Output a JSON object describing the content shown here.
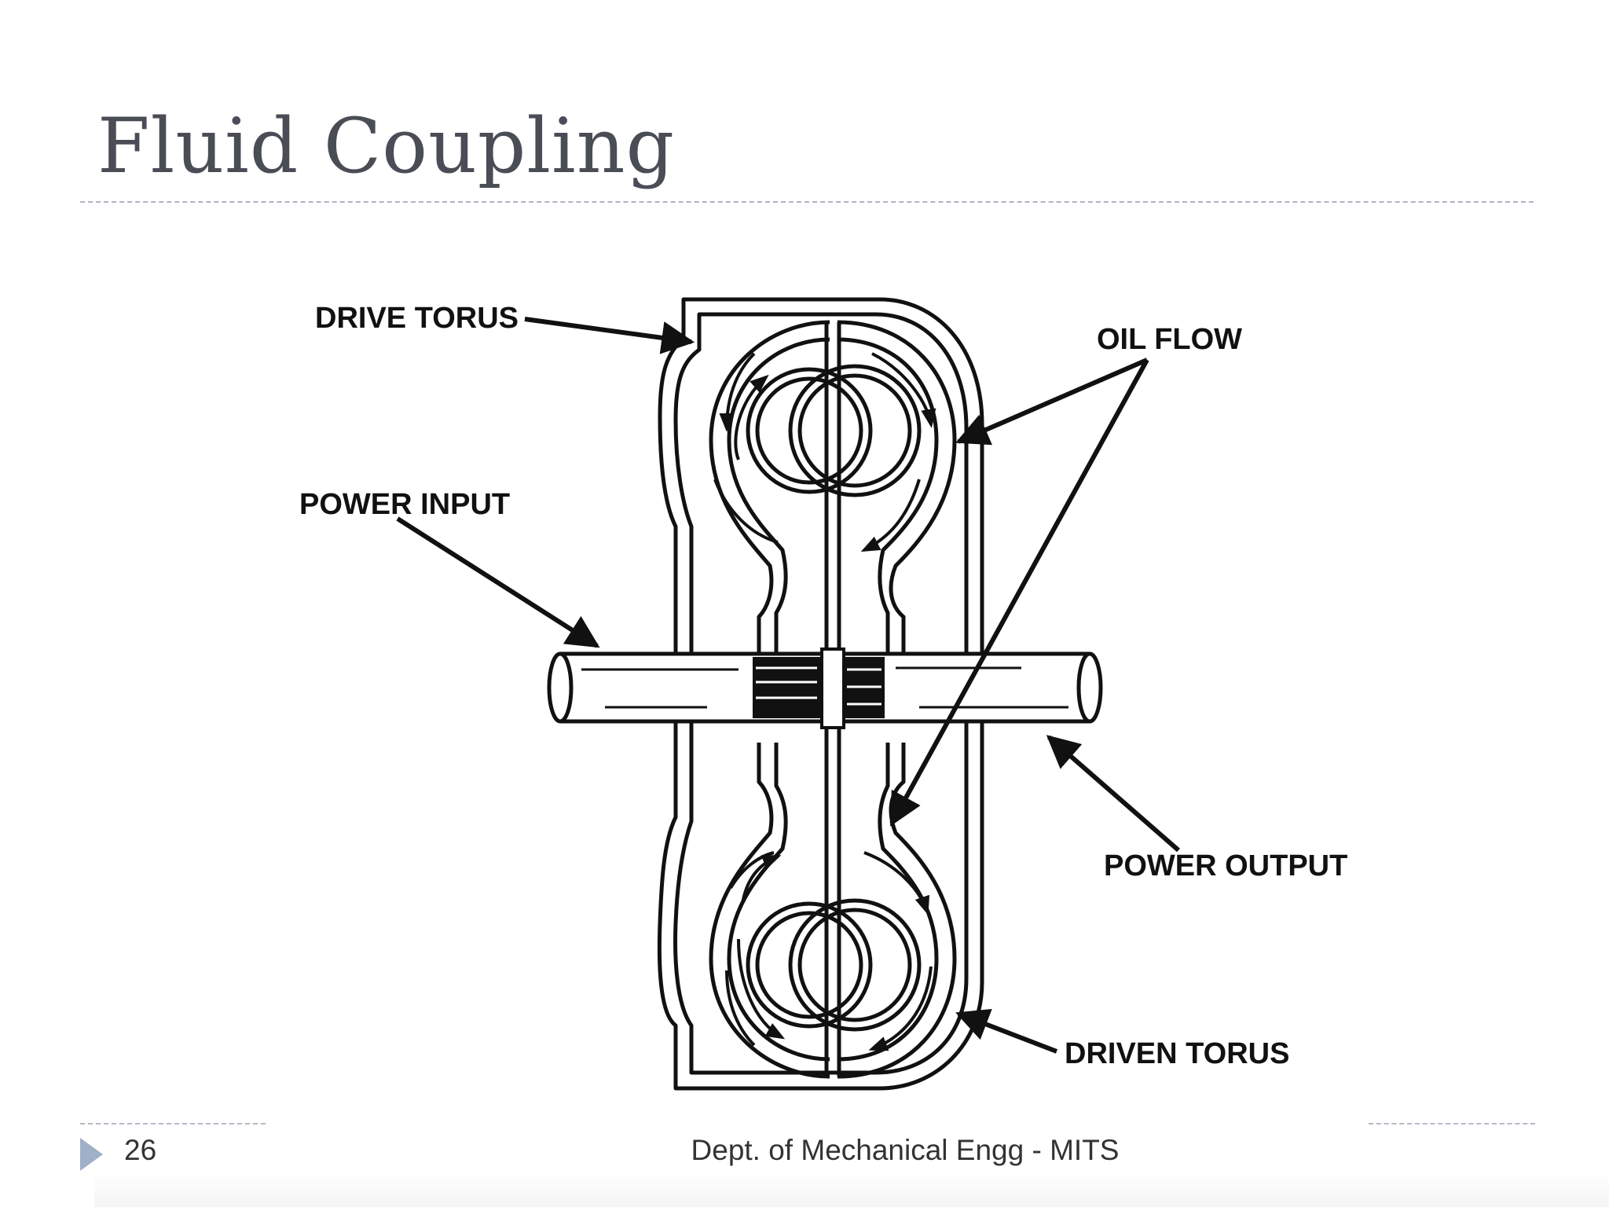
{
  "slide": {
    "title": "Fluid Coupling",
    "page_number": "26",
    "footer": "Dept. of Mechanical Engg - MITS"
  },
  "diagram": {
    "labels": {
      "drive_torus": "DRIVE TORUS",
      "power_input": "POWER INPUT",
      "oil_flow": "OIL FLOW",
      "power_output": "POWER OUTPUT",
      "driven_torus": "DRIVEN TORUS"
    }
  },
  "colors": {
    "title": "#4a4d56",
    "rule": "#aeb6c0",
    "footer_arrow": "#9fb0c8",
    "line_art": "#111111"
  }
}
